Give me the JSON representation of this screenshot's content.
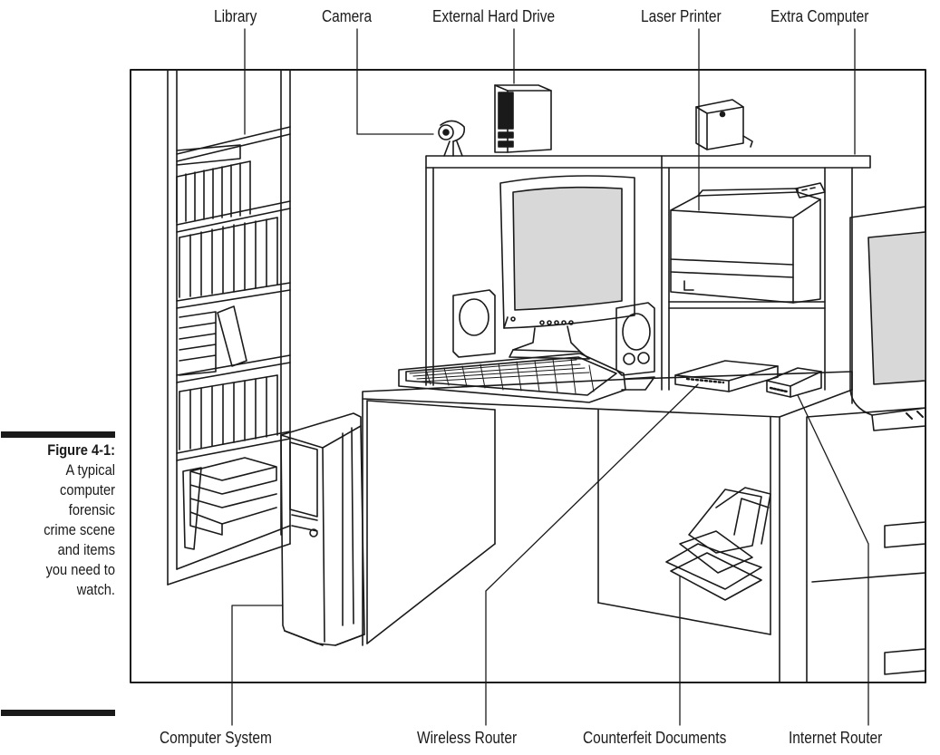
{
  "figure": {
    "number": "Figure 4-1:",
    "caption_lines": [
      "A typical",
      "computer",
      "forensic",
      "crime scene",
      "and items",
      "you need to",
      "watch."
    ]
  },
  "labels": {
    "top": [
      "Library",
      "Camera",
      "External Hard Drive",
      "Laser Printer",
      "Extra Computer"
    ],
    "bottom": [
      "Computer System",
      "Wireless Router",
      "Counterfeit Documents",
      "Internet Router"
    ]
  }
}
